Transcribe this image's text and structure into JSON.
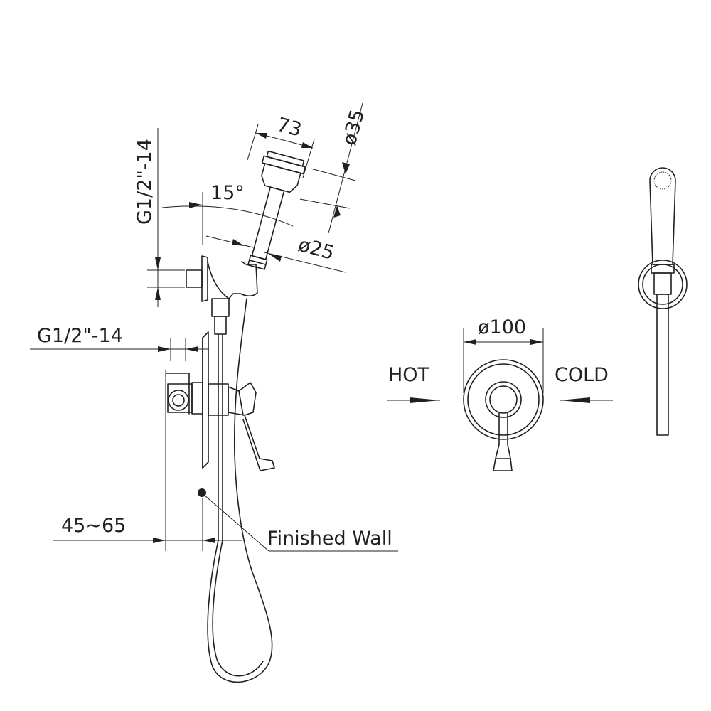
{
  "labels": {
    "g_thread_vertical": "G1/2\"-14",
    "g_thread_horizontal": "G1/2\"-14",
    "dim_73": "73",
    "dim_d35": "ø35",
    "angle_15": "15°",
    "dim_d25": "ø25",
    "dim_45_65": "45~65",
    "finished_wall": "Finished Wall",
    "dim_d100": "ø100",
    "hot": "HOT",
    "cold": "COLD"
  },
  "colors": {
    "line": "#231f20",
    "background": "#ffffff"
  }
}
